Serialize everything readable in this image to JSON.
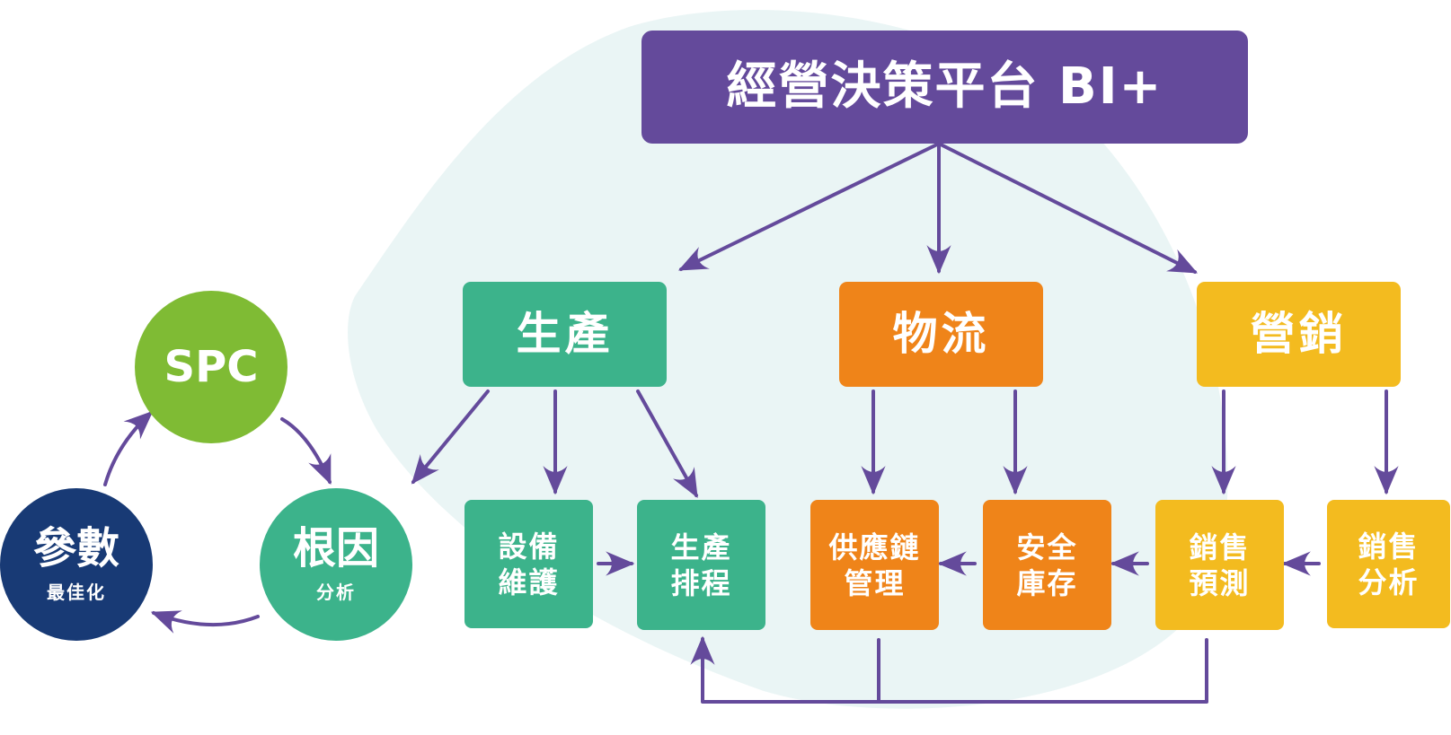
{
  "colors": {
    "purple": "#644a9b",
    "teal": "#3cb38b",
    "orange": "#ef8419",
    "yellow": "#f3bb1f",
    "green": "#7fbb34",
    "navy": "#183a75",
    "background_blob": "#eaf5f5"
  },
  "top": {
    "label": "經營決策平台 BI+"
  },
  "categories": {
    "production": {
      "label": "生產"
    },
    "logistics": {
      "label": "物流"
    },
    "marketing": {
      "label": "營銷"
    }
  },
  "leaves": {
    "equipment_maintenance": {
      "line1": "設備",
      "line2": "維護"
    },
    "production_scheduling": {
      "line1": "生產",
      "line2": "排程"
    },
    "supply_chain_management": {
      "line1": "供應鏈",
      "line2": "管理"
    },
    "safety_stock": {
      "line1": "安全",
      "line2": "庫存"
    },
    "sales_forecast": {
      "line1": "銷售",
      "line2": "預測"
    },
    "sales_analysis": {
      "line1": "銷售",
      "line2": "分析"
    }
  },
  "cycle": {
    "spc": {
      "label": "SPC"
    },
    "root_cause": {
      "label": "根因",
      "sub": "分析"
    },
    "parameter": {
      "label": "參數",
      "sub": "最佳化"
    }
  }
}
